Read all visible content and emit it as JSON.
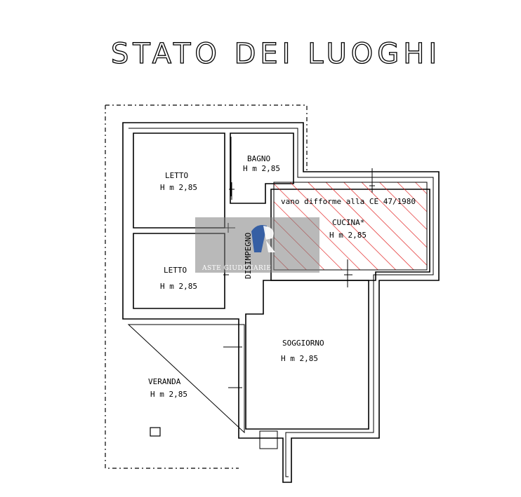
{
  "title": "STATO DEI LUOGHI",
  "rooms": {
    "letto1": {
      "name": "LETTO",
      "height": "H m 2,85"
    },
    "bagno": {
      "name": "BAGNO",
      "height": "H m 2,85"
    },
    "letto2": {
      "name": "LETTO",
      "height": "H m 2,85"
    },
    "disimpegno": {
      "name": "DISIMPEGNO"
    },
    "cucina": {
      "name": "CUCINA*",
      "height": "H m 2,85",
      "note": "vano difforme alla CE 47/1980"
    },
    "soggiorno": {
      "name": "SOGGIORNO",
      "height": "H m 2,85"
    },
    "veranda": {
      "name": "VERANDA",
      "height": "H m 2,85"
    }
  },
  "watermark": {
    "text": "ASTE GIUDIZIARIE"
  },
  "colors": {
    "hatch": "#e01818",
    "walls": "#000000",
    "watermark_bg": "#7f7f7f",
    "watermark_logo": "#1f4fa0"
  }
}
